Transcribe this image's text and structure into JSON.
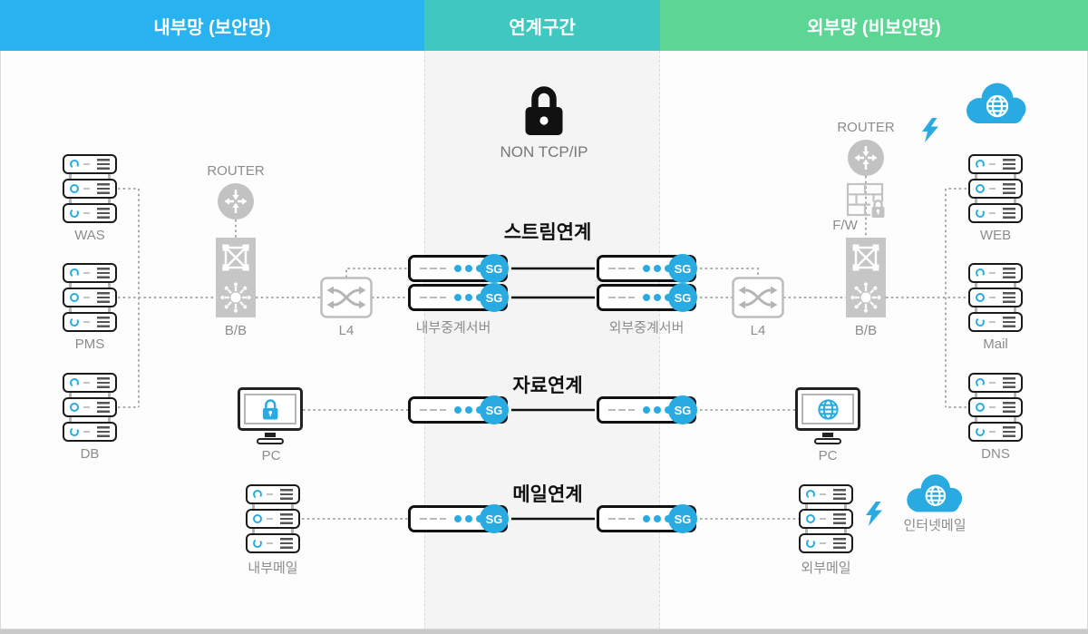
{
  "zones": {
    "internal": {
      "label": "내부망 (보안망)",
      "color": "#29B2F0"
    },
    "link": {
      "label": "연계구간",
      "color": "#40C8C0"
    },
    "external": {
      "label": "외부망 (비보안망)",
      "color": "#5CD694"
    }
  },
  "center": {
    "non_tcpip_label": "NON TCP/IP",
    "sg_label": "SG",
    "rows": [
      {
        "title": "스트림연계"
      },
      {
        "title": "자료연계"
      },
      {
        "title": "메일연계"
      }
    ],
    "relay_labels": {
      "internal": "내부중계서버",
      "external": "외부중계서버"
    }
  },
  "internal": {
    "stacks": [
      "WAS",
      "PMS",
      "DB"
    ],
    "mail_stack": "내부메일",
    "router": "ROUTER",
    "bb": "B/B",
    "l4": "L4",
    "pc": "PC"
  },
  "external": {
    "stacks": [
      "WEB",
      "Mail",
      "DNS"
    ],
    "mail_stack": "외부메일",
    "router": "ROUTER",
    "fw": "F/W",
    "bb": "B/B",
    "l4": "L4",
    "pc": "PC",
    "internet_mail": "인터넷메일"
  },
  "icons": {
    "lock": "padlock-icon",
    "router": "crossed-arrows-circle-icon",
    "mesh": "switch-mesh-icon",
    "hub": "hub-star-icon",
    "l4": "swap-arrows-switch-icon",
    "firewall": "brick-wall-lock-icon",
    "cloud": "cloud-globe-icon",
    "bolt": "lightning-bolt-icon",
    "globe": "globe-icon",
    "pc_lock": "screen-lock-icon"
  },
  "colors": {
    "accent_blue": "#29ABE2",
    "icon_gray": "#c2c2c2",
    "solid_line": "#111111",
    "dotted_line": "#ababab",
    "mid_column_bg": "#f4f4f4"
  }
}
